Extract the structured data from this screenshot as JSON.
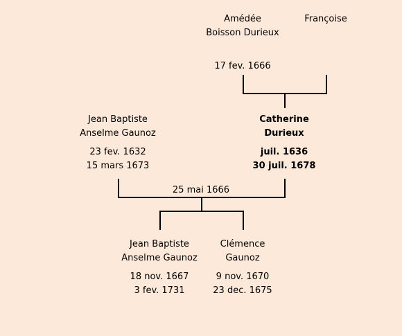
{
  "grandfather": {
    "name_line1": "Amédée",
    "name_line2": "Boisson Durieux",
    "birth": "17 fev. 1666"
  },
  "grandmother": {
    "name_line1": "Françoise"
  },
  "father": {
    "name_line1": "Jean Baptiste",
    "name_line2": "Anselme Gaunoz",
    "birth": "23 fev. 1632",
    "death": "15 mars 1673"
  },
  "mother": {
    "name_line1": "Catherine",
    "name_line2": "Durieux",
    "birth": "juil. 1636",
    "death": "30 juil. 1678"
  },
  "marriage": {
    "date": "25 mai 1666"
  },
  "child1": {
    "name_line1": "Jean Baptiste",
    "name_line2": "Anselme Gaunoz",
    "birth": "18 nov. 1667",
    "death": "3 fev. 1731"
  },
  "child2": {
    "name_line1": "Clémence",
    "name_line2": "Gaunoz",
    "birth": "9 nov. 1670",
    "death": "23 dec. 1675"
  }
}
